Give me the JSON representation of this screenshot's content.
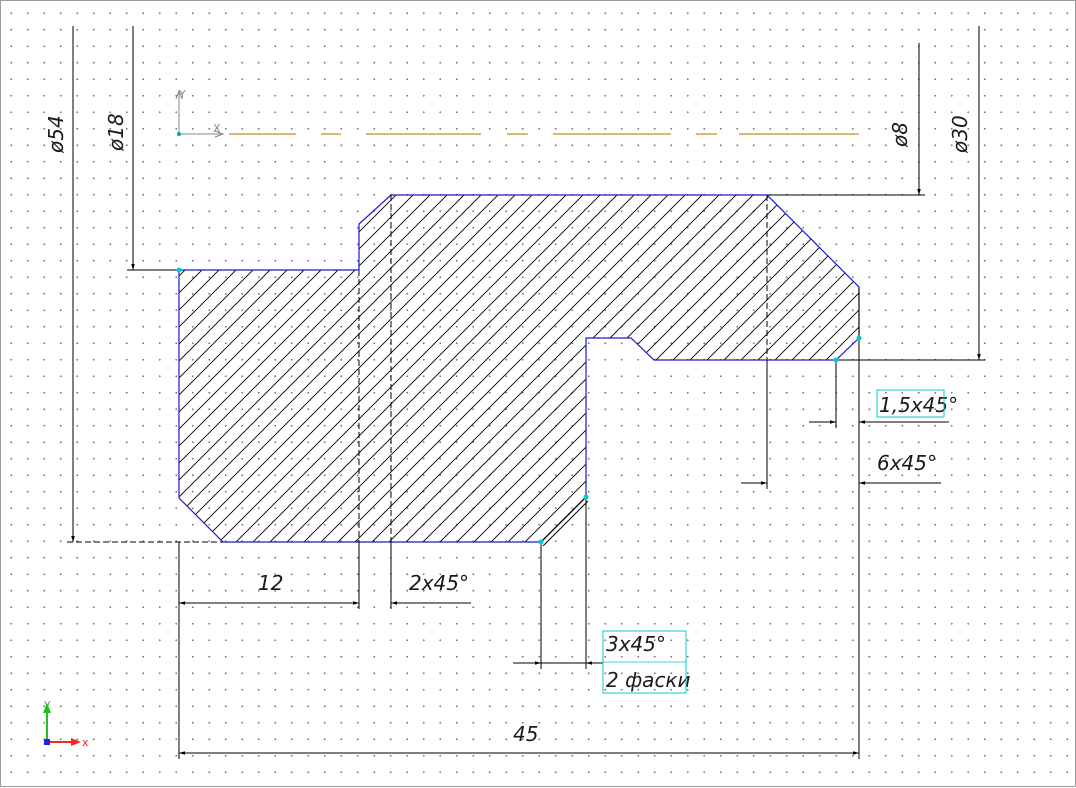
{
  "dimensions": {
    "d54": "ø54",
    "d18": "ø18",
    "d8": "ø8",
    "d30": "ø30",
    "len12": "12",
    "len45": "45",
    "chamfer_2x45": "2x45°",
    "chamfer_1_5x45": "1,5x45°",
    "chamfer_6x45": "6x45°",
    "chamfer_3x45": "3x45°",
    "chamfer_count": "2 фаски"
  },
  "axes": {
    "local_x": "X",
    "local_y": "Y",
    "global_x": "x",
    "global_y": "y"
  },
  "colors": {
    "contour": "#1a1acc",
    "hatch": "#000000",
    "dimension": "#000000",
    "centerline": "#d08a1a",
    "selection": "#00cccc",
    "axis_x": "#ff2020",
    "axis_y": "#20c020",
    "axis_z": "#2020ff"
  }
}
